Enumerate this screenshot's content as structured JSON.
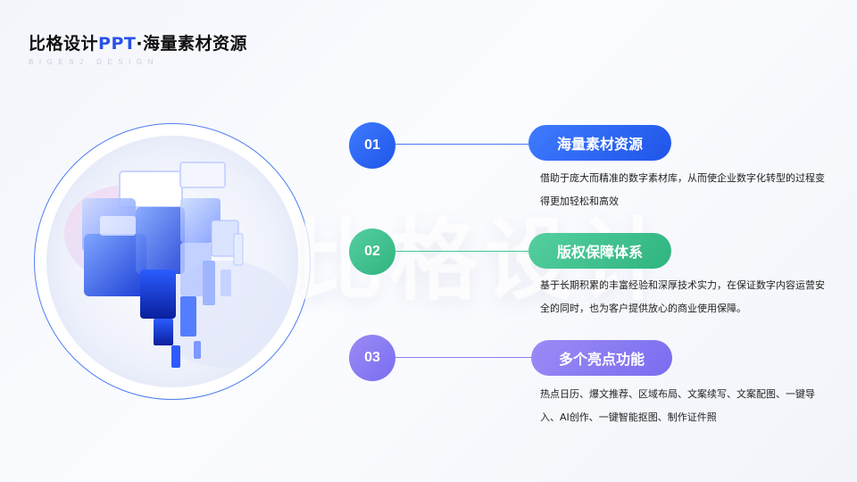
{
  "header": {
    "title_brand": "比格设计",
    "title_accent": "PPT",
    "title_rest": "·海量素材资源",
    "subtitle": "BIGESJ DESIGN"
  },
  "watermark": "比格设计",
  "items": [
    {
      "number": "01",
      "heading": "海量素材资源",
      "description": "借助于庞大而精准的数字素材库，从而使企业数字化转型的过程变得更加轻松和高效",
      "color": "#2a62f0"
    },
    {
      "number": "02",
      "heading": "版权保障体系",
      "description": "基于长期积累的丰富经验和深厚技术实力，在保证数字内容运营安全的同时，也为客户提供放心的商业使用保障。",
      "color": "#3dbd8a"
    },
    {
      "number": "03",
      "heading": "多个亮点功能",
      "description": "热点日历、爆文推荐、区域布局、文案续写、文案配图、一键导入、AI创作、一键智能抠图、制作证件照",
      "color": "#8577f2"
    }
  ],
  "colors": {
    "accent_blue": "#2a52e8",
    "ring": "#4f7ff0"
  }
}
